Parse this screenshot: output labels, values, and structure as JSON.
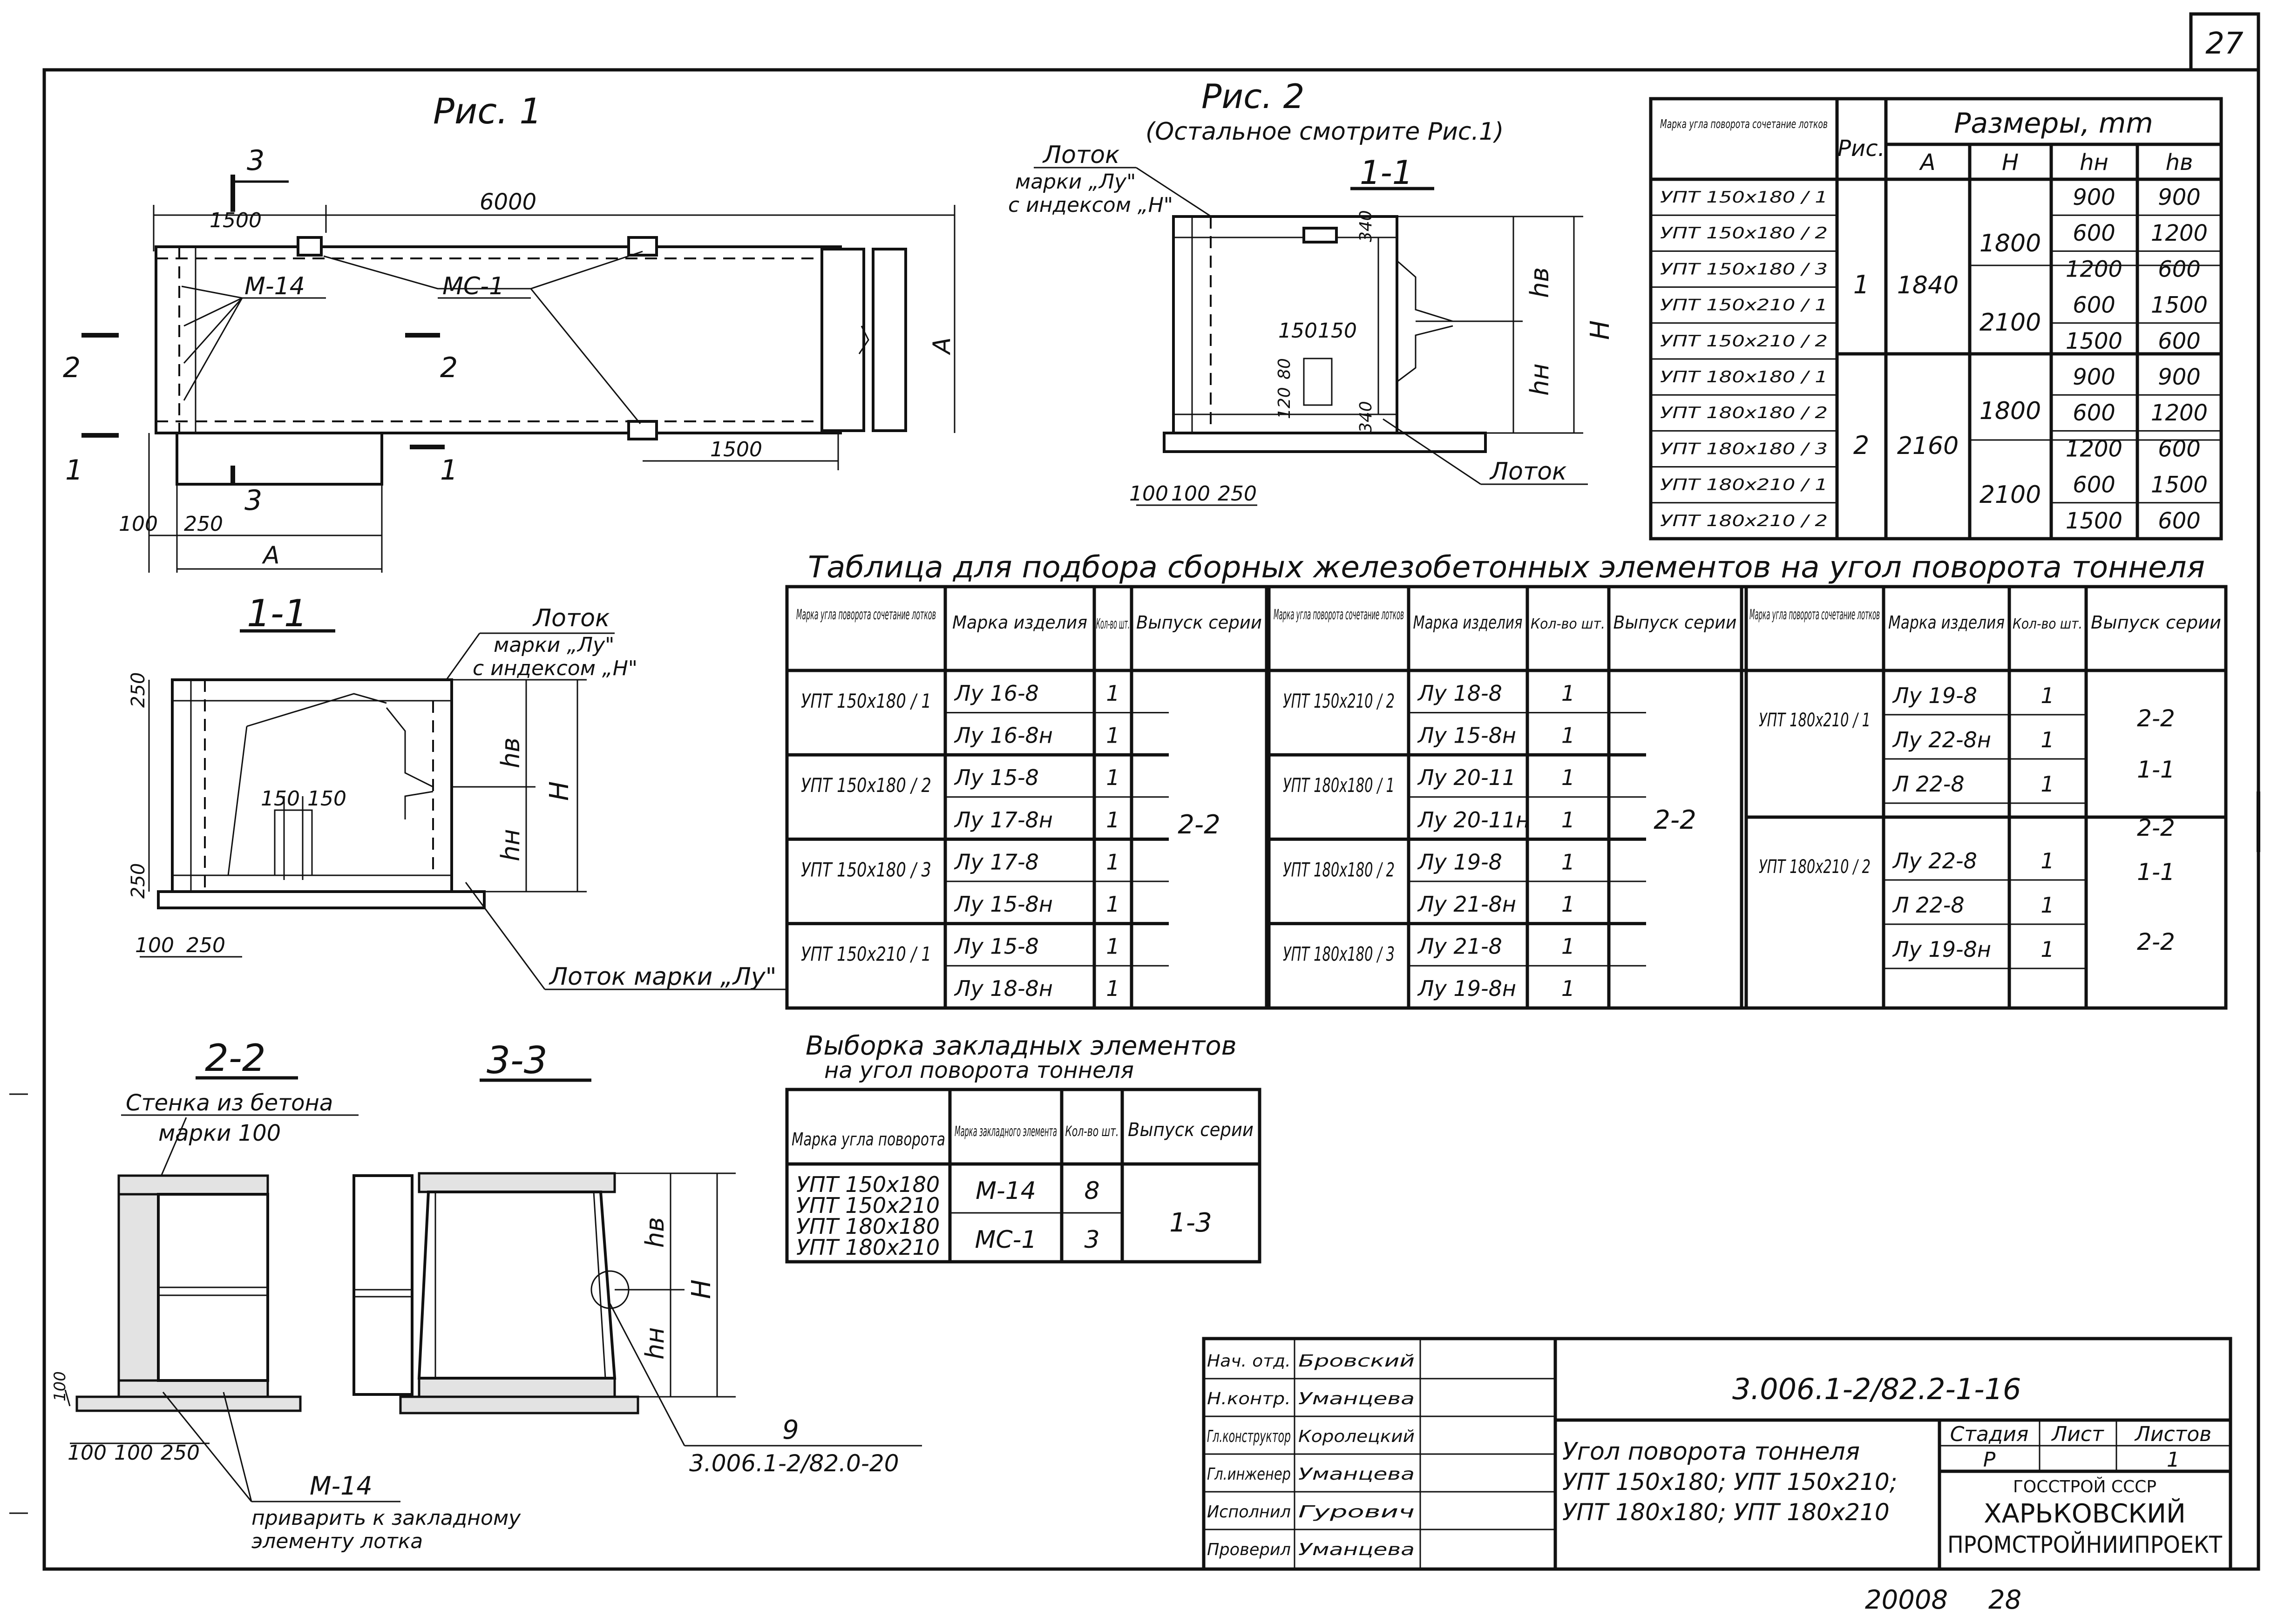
{
  "page": {
    "sheet_number": "27",
    "bottom_code": "20008",
    "bottom_page": "28"
  },
  "fig1": {
    "title": "Рис. 1",
    "dims": {
      "total": "6000",
      "left": "1500",
      "right": "1500",
      "a": "А",
      "w100": "100",
      "w250": "250",
      "a_bottom": "А"
    },
    "labels": {
      "m14": "М-14",
      "mc1": "МС-1"
    },
    "cuts": {
      "c3": "3",
      "c2": "2",
      "c1": "1"
    }
  },
  "fig2": {
    "title": "Рис. 2",
    "subtitle": "(Остальное смотрите Рис.1)",
    "section": "1-1",
    "tray_note_1": "Лоток",
    "tray_note_2": "марки „Лу\"",
    "tray_note_3": "с индексом „Н\"",
    "dims": {
      "d340a": "340",
      "d340b": "340",
      "d150a": "150",
      "d150b": "150",
      "d120": "120",
      "d80": "80",
      "hv": "hв",
      "hn": "hн",
      "H": "Н",
      "w100a": "100",
      "w100b": "100",
      "w250": "250"
    },
    "tray_bottom": "Лоток"
  },
  "section11": {
    "title": "1-1",
    "tray_note_1": "Лоток",
    "tray_note_2": "марки „Лу\"",
    "tray_note_3": "с индексом „Н\"",
    "dims": {
      "d250a": "250",
      "d250b": "250",
      "d150a": "150",
      "d150b": "150",
      "hv": "hв",
      "hn": "hн",
      "H": "Н",
      "w100": "100",
      "w250": "250"
    },
    "tray_bottom": "Лоток марки „Лу\""
  },
  "section22": {
    "title": "2-2",
    "wall_note_1": "Стенка из бетона",
    "wall_note_2": "марки 100",
    "dims": {
      "d100": "100",
      "w100a": "100",
      "w100b": "100",
      "w250": "250"
    },
    "m14": "М-14",
    "weld_note_1": "приварить к закладному",
    "weld_note_2": "элементу лотка"
  },
  "section33": {
    "title": "3-3",
    "dims": {
      "hv": "hв",
      "hn": "hн",
      "H": "Н"
    },
    "node": "9",
    "ref": "3.006.1-2/82.0-20"
  },
  "sizes_table": {
    "headers": {
      "mark": "Марка угла поворота сочетание лотков",
      "fig": "Рис.",
      "sizes": "Размеры, mm",
      "A": "А",
      "H": "Н",
      "hn": "hн",
      "hv": "hв"
    },
    "rows": [
      {
        "mark": "УПТ 150х180 / 1",
        "hn": "900",
        "hv": "900"
      },
      {
        "mark": "УПТ 150х180 / 2",
        "hn": "600",
        "hv": "1200"
      },
      {
        "mark": "УПТ 150х180 / 3",
        "hn": "1200",
        "hv": "600"
      },
      {
        "mark": "УПТ 150х210 / 1",
        "hn": "600",
        "hv": "1500"
      },
      {
        "mark": "УПТ 150х210 / 2",
        "hn": "1500",
        "hv": "600"
      },
      {
        "mark": "УПТ 180х180 / 1",
        "hn": "900",
        "hv": "900"
      },
      {
        "mark": "УПТ 180х180 / 2",
        "hn": "600",
        "hv": "1200"
      },
      {
        "mark": "УПТ 180х180 / 3",
        "hn": "1200",
        "hv": "600"
      },
      {
        "mark": "УПТ 180х210 / 1",
        "hn": "600",
        "hv": "1500"
      },
      {
        "mark": "УПТ 180х210 / 2",
        "hn": "1500",
        "hv": "600"
      }
    ],
    "groups": [
      {
        "fig": "1",
        "A": "1840",
        "H1": "1800",
        "H2": "2100"
      },
      {
        "fig": "2",
        "A": "2160",
        "H1": "1800",
        "H2": "2100"
      }
    ]
  },
  "selection_table": {
    "title": "Таблица для подбора сборных железобетонных элементов на угол поворота тоннеля",
    "headers": {
      "mark": "Марка угла поворота сочетание лотков",
      "item": "Марка изделия",
      "qty": "Кол-во шт.",
      "series": "Выпуск серии"
    },
    "block1": [
      {
        "mark": "УПТ 150х180 / 1",
        "items": [
          "Лу 16-8",
          "Лу 16-8н"
        ],
        "qty": [
          "1",
          "1"
        ]
      },
      {
        "mark": "УПТ 150х180 / 2",
        "items": [
          "Лу 15-8",
          "Лу 17-8н"
        ],
        "qty": [
          "1",
          "1"
        ]
      },
      {
        "mark": "УПТ 150х180 / 3",
        "items": [
          "Лу 17-8",
          "Лу 15-8н"
        ],
        "qty": [
          "1",
          "1"
        ]
      },
      {
        "mark": "УПТ 150х210 / 1",
        "items": [
          "Лу 15-8",
          "Лу 18-8н"
        ],
        "qty": [
          "1",
          "1"
        ]
      }
    ],
    "block1_series": "2-2",
    "block2": [
      {
        "mark": "УПТ 150х210 / 2",
        "items": [
          "Лу 18-8",
          "Лу 15-8н"
        ],
        "qty": [
          "1",
          "1"
        ]
      },
      {
        "mark": "УПТ 180х180 / 1",
        "items": [
          "Лу 20-11",
          "Лу 20-11н"
        ],
        "qty": [
          "1",
          "1"
        ]
      },
      {
        "mark": "УПТ 180х180 / 2",
        "items": [
          "Лу 19-8",
          "Лу 21-8н"
        ],
        "qty": [
          "1",
          "1"
        ]
      },
      {
        "mark": "УПТ 180х180 / 3",
        "items": [
          "Лу 21-8",
          "Лу 19-8н"
        ],
        "qty": [
          "1",
          "1"
        ]
      }
    ],
    "block2_series": "2-2",
    "block3": [
      {
        "mark": "УПТ 180х210 / 1",
        "items": [
          "Лу 19-8",
          "Лу 22-8н",
          "Л 22-8"
        ],
        "qty": [
          "1",
          "1",
          "1"
        ],
        "series": [
          "2-2",
          "1-1"
        ]
      },
      {
        "mark": "УПТ 180х210 / 2",
        "items": [
          "Лу 22-8",
          "Л 22-8",
          "Лу 19-8н"
        ],
        "qty": [
          "1",
          "1",
          "1"
        ],
        "series": [
          "2-2",
          "1-1",
          "2-2"
        ]
      }
    ]
  },
  "embedded_table": {
    "title_1": "Выборка закладных элементов",
    "title_2": "на угол поворота тоннеля",
    "headers": {
      "mark": "Марка угла поворота",
      "element": "Марка закладного элемента",
      "qty": "Кол-во шт.",
      "series": "Выпуск серии"
    },
    "marks": [
      "УПТ 150х180",
      "УПТ 150х210",
      "УПТ 180х180",
      "УПТ 180х210"
    ],
    "rows": [
      {
        "element": "М-14",
        "qty": "8"
      },
      {
        "element": "МС-1",
        "qty": "3"
      }
    ],
    "series": "1-3"
  },
  "title_block": {
    "roles": [
      "Нач. отд.",
      "Н.контр.",
      "Гл.конструктор",
      "Гл.инженер",
      "Исполнил",
      "Проверил"
    ],
    "names": [
      "Бровский",
      "Уманцева",
      "Королецкий",
      "Уманцева",
      "Гурович",
      "Уманцева"
    ],
    "code": "3.006.1-2/82.2-1-16",
    "name_1": "Угол поворота тоннеля",
    "name_2": "УПТ 150х180; УПТ 150х210;",
    "name_3": "УПТ 180х180; УПТ 180х210",
    "stage_label": "Стадия",
    "sheet_label": "Лист",
    "sheets_label": "Листов",
    "stage": "Р",
    "sheets": "1",
    "org_1": "ГОССТРОЙ СССР",
    "org_2": "ХАРЬКОВСКИЙ",
    "org_3": "ПРОМСТРОЙНИИПРОЕКТ"
  }
}
